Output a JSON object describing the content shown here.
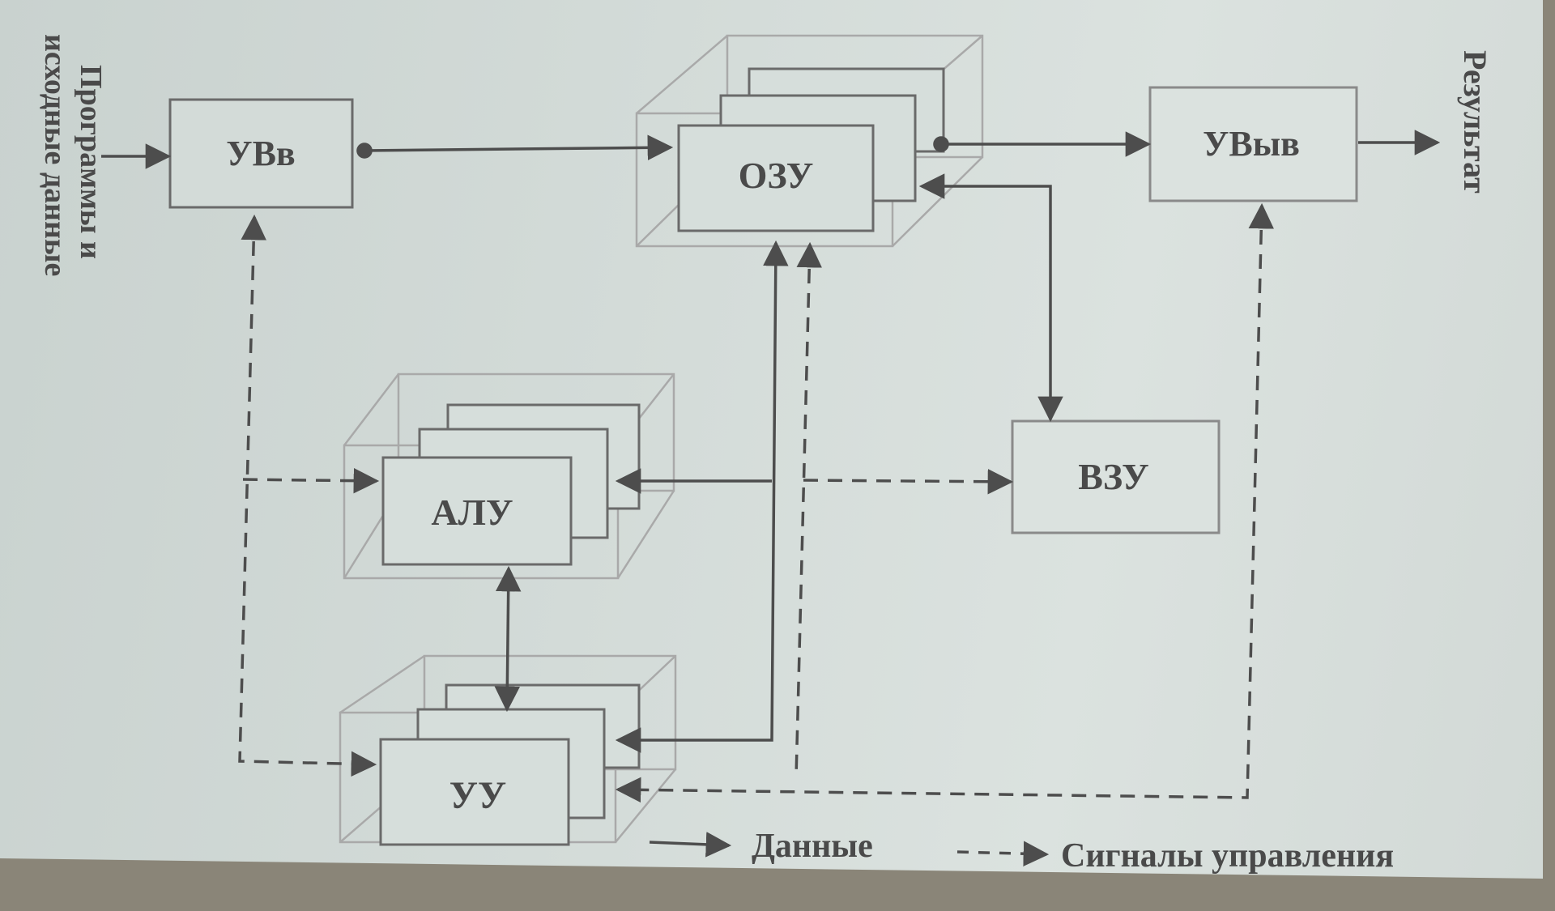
{
  "blocks": {
    "uvv": "УВв",
    "ozu": "ОЗУ",
    "uvyv": "УВыв",
    "alu": "АЛУ",
    "vzu": "ВЗУ",
    "uu": "УУ"
  },
  "side_labels": {
    "input_line1": "Программы и",
    "input_line2": "исходные данные",
    "output": "Результат"
  },
  "legend": {
    "data": "Данные",
    "control": "Сигналы управления"
  },
  "colors": {
    "line": "#4d4d4d",
    "box": "#6e6e6e",
    "ghost": "#a8a8a8",
    "text": "#4a4a4a"
  }
}
